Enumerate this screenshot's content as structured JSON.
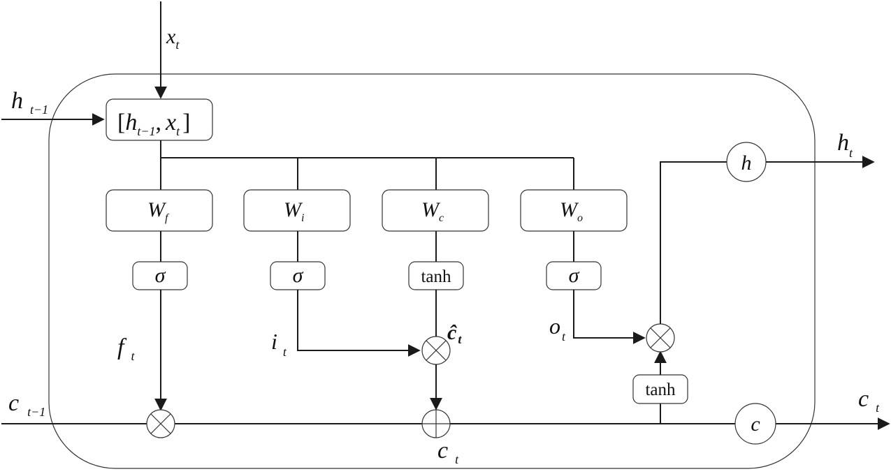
{
  "inputs": {
    "x": {
      "main": "x",
      "sub": "t"
    },
    "h_prev": {
      "main": "h",
      "sub": "t−1"
    },
    "c_prev": {
      "main": "c",
      "sub": "t−1"
    }
  },
  "concat": {
    "open": "[",
    "h": "h",
    "h_sub": "t−1",
    "sep": ",",
    "x": "x",
    "x_sub": "t",
    "close": "]"
  },
  "weights": [
    {
      "main": "W",
      "sub": "f"
    },
    {
      "main": "W",
      "sub": "i"
    },
    {
      "main": "W",
      "sub": "c"
    },
    {
      "main": "W",
      "sub": "o"
    }
  ],
  "activations": [
    "σ",
    "σ",
    "tanh",
    "σ"
  ],
  "gate_labels": {
    "f": {
      "main": "f",
      "sub": "t"
    },
    "i": {
      "main": "i",
      "sub": "t"
    },
    "c_tilde": {
      "main": "ĉ",
      "sub": "t"
    },
    "o": {
      "main": "o",
      "sub": "t"
    }
  },
  "cell_state": {
    "mid": {
      "main": "c",
      "sub": "t"
    },
    "out": {
      "main": "c",
      "sub": "t"
    }
  },
  "output_tanh": "tanh",
  "nodes": {
    "h": "h",
    "c": "c"
  },
  "outputs": {
    "h": {
      "main": "h",
      "sub": "t"
    }
  }
}
